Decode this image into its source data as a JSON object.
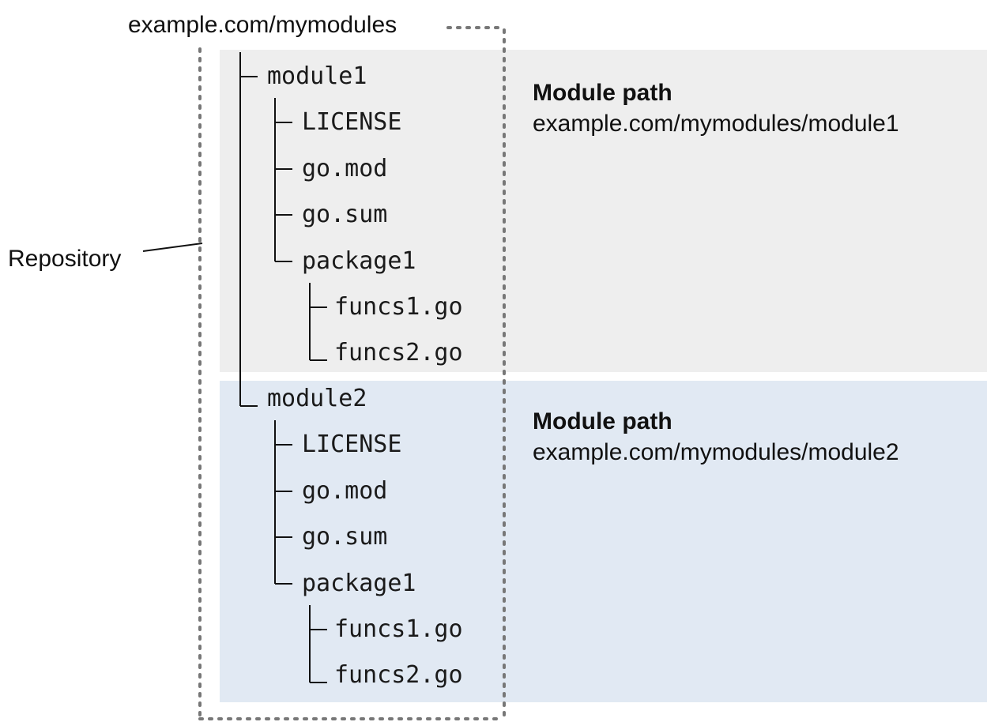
{
  "repo_root": "example.com/mymodules",
  "repo_label": "Repository",
  "modules": [
    {
      "name": "module1",
      "files": [
        "LICENSE",
        "go.mod",
        "go.sum"
      ],
      "package": {
        "name": "package1",
        "files": [
          "funcs1.go",
          "funcs2.go"
        ]
      },
      "path_heading": "Module path",
      "path_value": "example.com/mymodules/module1",
      "panel_color": "#eeeeee"
    },
    {
      "name": "module2",
      "files": [
        "LICENSE",
        "go.mod",
        "go.sum"
      ],
      "package": {
        "name": "package1",
        "files": [
          "funcs1.go",
          "funcs2.go"
        ]
      },
      "path_heading": "Module path",
      "path_value": "example.com/mymodules/module2",
      "panel_color": "#e1e9f3"
    }
  ]
}
